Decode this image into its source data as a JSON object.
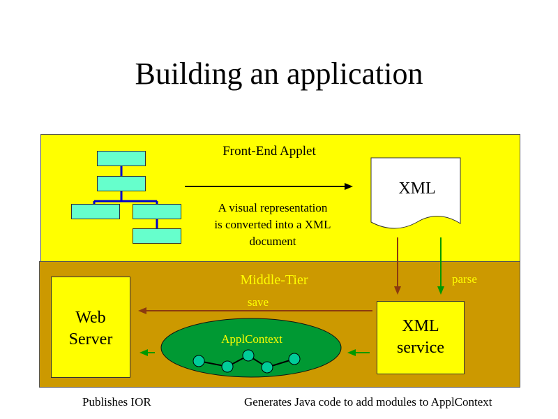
{
  "title": "Building an application",
  "front_end": {
    "label": "Front-End Applet",
    "description_lines": [
      "A visual representation",
      "is converted into a XML",
      "document"
    ],
    "xml_doc_label": "XML"
  },
  "middle_tier": {
    "label": "Middle-Tier",
    "save_label": "save",
    "parse_label": "parse",
    "web_server_lines": [
      "Web",
      "Server"
    ],
    "xml_service_lines": [
      "XML",
      "service"
    ],
    "appl_context_label": "ApplContext"
  },
  "captions": {
    "left": "Publishes IOR",
    "right": "Generates Java code to add modules to ApplContext"
  },
  "colors": {
    "front_panel": "#ffff00",
    "middle_panel": "#cc9900",
    "node_fill": "#66ffcc",
    "ellipse_fill": "#009933",
    "bead_fill": "#00cc99",
    "tree_line": "#0000cc",
    "arrow_brown": "#8b3a0f",
    "arrow_green": "#009900"
  }
}
